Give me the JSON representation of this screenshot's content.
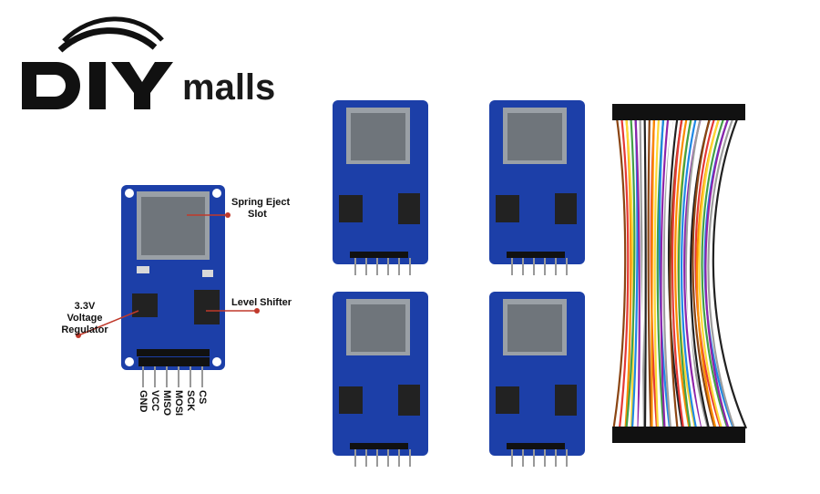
{
  "brand": {
    "name": "DIYmalls",
    "logo_letters": "DIY",
    "logo_suffix": "malls"
  },
  "callouts": {
    "spring_eject": [
      "Spring Eject",
      "Slot"
    ],
    "level_shifter": "Level Shifter",
    "regulator": [
      "3.3V",
      "Voltage",
      "Regulator"
    ]
  },
  "pins": [
    "GND",
    "VCC",
    "MISO",
    "MOSI",
    "SCK",
    "CS"
  ],
  "colors": {
    "pcb": "#1c3fa8",
    "pcb_dark": "#14307f",
    "callout_line": "#c0392b",
    "text": "#111111"
  },
  "jumper_wire_colors": [
    "#8b4513",
    "#e53935",
    "#fb8c00",
    "#fdd835",
    "#43a047",
    "#1e88e5",
    "#8e24aa",
    "#9e9e9e",
    "#ffffff",
    "#212121"
  ]
}
